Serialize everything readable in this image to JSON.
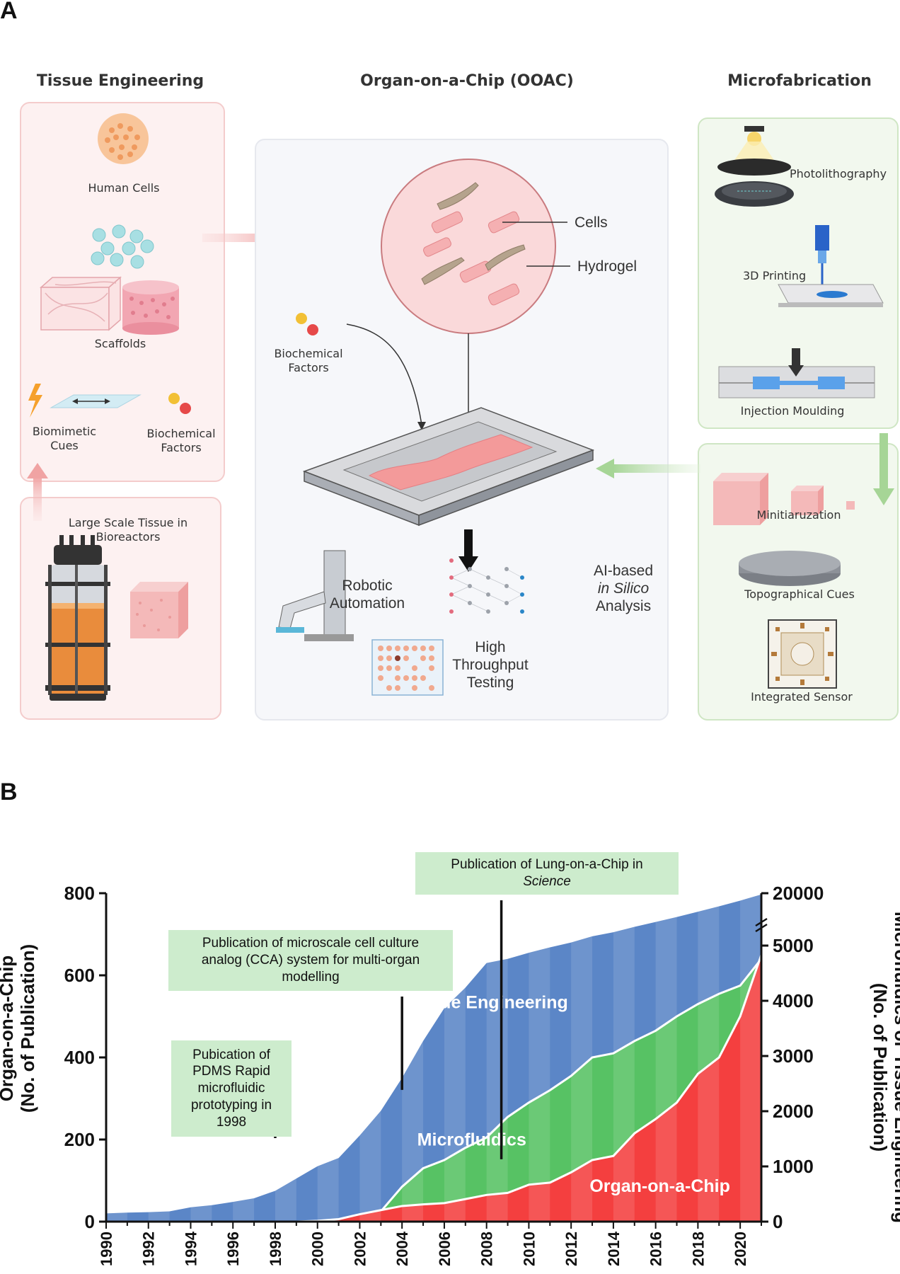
{
  "panel_a": {
    "letter": "A",
    "columns": {
      "tissue_engineering": "Tissue Engineering",
      "organ_on_chip": "Organ-on-a-Chip (OOAC)",
      "microfabrication": "Microfabrication"
    },
    "tissue": {
      "human_cells": "Human Cells",
      "scaffolds": "Scaffolds",
      "biomimetic_cues": "Biomimetic\nCues",
      "biochemical_factors": "Biochemical\nFactors",
      "large_scale": "Large Scale Tissue in\nBioreactors"
    },
    "ooac": {
      "cells": "Cells",
      "hydrogel": "Hydrogel",
      "biochemical_factors": "Biochemical\nFactors",
      "robotic": "Robotic\nAutomation",
      "ai_line1": "AI-based",
      "ai_line2": "in Silico",
      "ai_line3": "Analysis",
      "high_throughput": "High\nThroughput\nTesting"
    },
    "micro": {
      "photolithography": "Photolithography",
      "printing_3d": "3D Printing",
      "injection": "Injection Moulding",
      "miniaturization": "Minitiaruzation",
      "topographical": "Topographical Cues",
      "integrated_sensor": "Integrated Sensor"
    },
    "colors": {
      "pink": "#f4a9a9",
      "green": "#b9dca8",
      "chip_tissue": "#f39a9a"
    }
  },
  "panel_b": {
    "letter": "B",
    "callouts": {
      "lung": "Publication of Lung-on-a-Chip in",
      "lung_journal": "Science",
      "cca": "Publication of microscale cell culture\nanalog (CCA) system for multi-organ\nmodelling",
      "pdms": "Pubication of\nPDMS Rapid\nmicrofluidic\nprototyping in\n1998"
    },
    "left_axis_title": "Organ-on-a-Chip\n(No. of Publication)",
    "right_axis_title": "Microfluidics or Tissue Engineering\n(No. of Publication)",
    "area_labels": {
      "tissue": "Tissue Engineering",
      "micro": "Microfluidics",
      "ooc": "Organ-on-a-Chip"
    }
  },
  "chart_data": {
    "type": "area",
    "x": [
      1990,
      1991,
      1992,
      1993,
      1994,
      1995,
      1996,
      1997,
      1998,
      1999,
      2000,
      2001,
      2002,
      2003,
      2004,
      2005,
      2006,
      2007,
      2008,
      2009,
      2010,
      2011,
      2012,
      2013,
      2014,
      2015,
      2016,
      2017,
      2018,
      2019,
      2020,
      2021
    ],
    "x_tick_labels": [
      "1990",
      "1992",
      "1994",
      "1996",
      "1998",
      "2000",
      "2002",
      "2004",
      "2006",
      "2008",
      "2010",
      "2012",
      "2014",
      "2016",
      "2018",
      "2020"
    ],
    "left_axis": {
      "label": "Organ-on-a-Chip\n(No. of Publication)",
      "ticks": [
        "0",
        "200",
        "400",
        "600",
        "800"
      ],
      "range": [
        0,
        800
      ]
    },
    "right_axis": {
      "label": "Microfluidics or Tissue Engineering\n(No. of Publication)",
      "ticks": [
        "0",
        "1000",
        "2000",
        "3000",
        "4000",
        "5000",
        "20000"
      ],
      "note": "axis break between 5000 and 20000"
    },
    "series": [
      {
        "name": "Tissue Engineering",
        "color": "#5b86c7",
        "axis": "left-scale",
        "values": [
          20,
          22,
          23,
          25,
          35,
          40,
          48,
          57,
          75,
          105,
          135,
          155,
          210,
          270,
          350,
          440,
          520,
          570,
          630,
          640,
          655,
          668,
          680,
          695,
          705,
          718,
          730,
          742,
          755,
          768,
          782,
          797
        ]
      },
      {
        "name": "Microfluidics",
        "color": "#57c264",
        "axis": "left-scale",
        "values": [
          0,
          0,
          0,
          0,
          0,
          0,
          0,
          0,
          0,
          0,
          0,
          0,
          8,
          25,
          85,
          130,
          150,
          180,
          205,
          255,
          290,
          320,
          355,
          400,
          410,
          440,
          465,
          500,
          530,
          555,
          575,
          640
        ]
      },
      {
        "name": "Organ-on-a-Chip",
        "color": "#f43f3f",
        "axis": "left",
        "values": [
          0,
          0,
          0,
          0,
          0,
          0,
          0,
          0,
          0,
          0,
          2,
          6,
          18,
          28,
          38,
          42,
          45,
          55,
          65,
          70,
          90,
          95,
          120,
          150,
          160,
          215,
          250,
          290,
          360,
          400,
          500,
          650
        ]
      }
    ],
    "annotations": [
      {
        "text": "Pubication of PDMS Rapid microfluidic prototyping in 1998",
        "x": 1998
      },
      {
        "text": "Publication of microscale cell culture analog (CCA) system for multi-organ modelling",
        "x": 2004
      },
      {
        "text": "Publication of Lung-on-a-Chip in Science",
        "x": 2008.7
      }
    ]
  }
}
